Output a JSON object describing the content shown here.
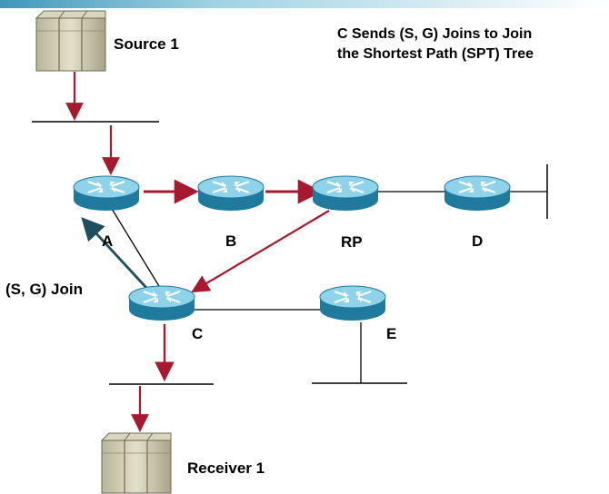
{
  "title": {
    "line1": "C Sends (S, G) Joins to Join",
    "line2": "the Shortest Path (SPT) Tree"
  },
  "hosts": {
    "source": "Source 1",
    "receiver": "Receiver 1"
  },
  "routers": {
    "a": "A",
    "b": "B",
    "rp": "RP",
    "d": "D",
    "c": "C",
    "e": "E"
  },
  "annotation": "(S, G) Join",
  "colors": {
    "router_top": "#8fd3ea",
    "router_side": "#1f7a9e",
    "traffic_arrow": "#a6192e",
    "join_arrow": "#1f4f5f",
    "header_bar": "#4aa3c4"
  },
  "icons": {
    "router": "router-icon",
    "server": "server-icon"
  }
}
